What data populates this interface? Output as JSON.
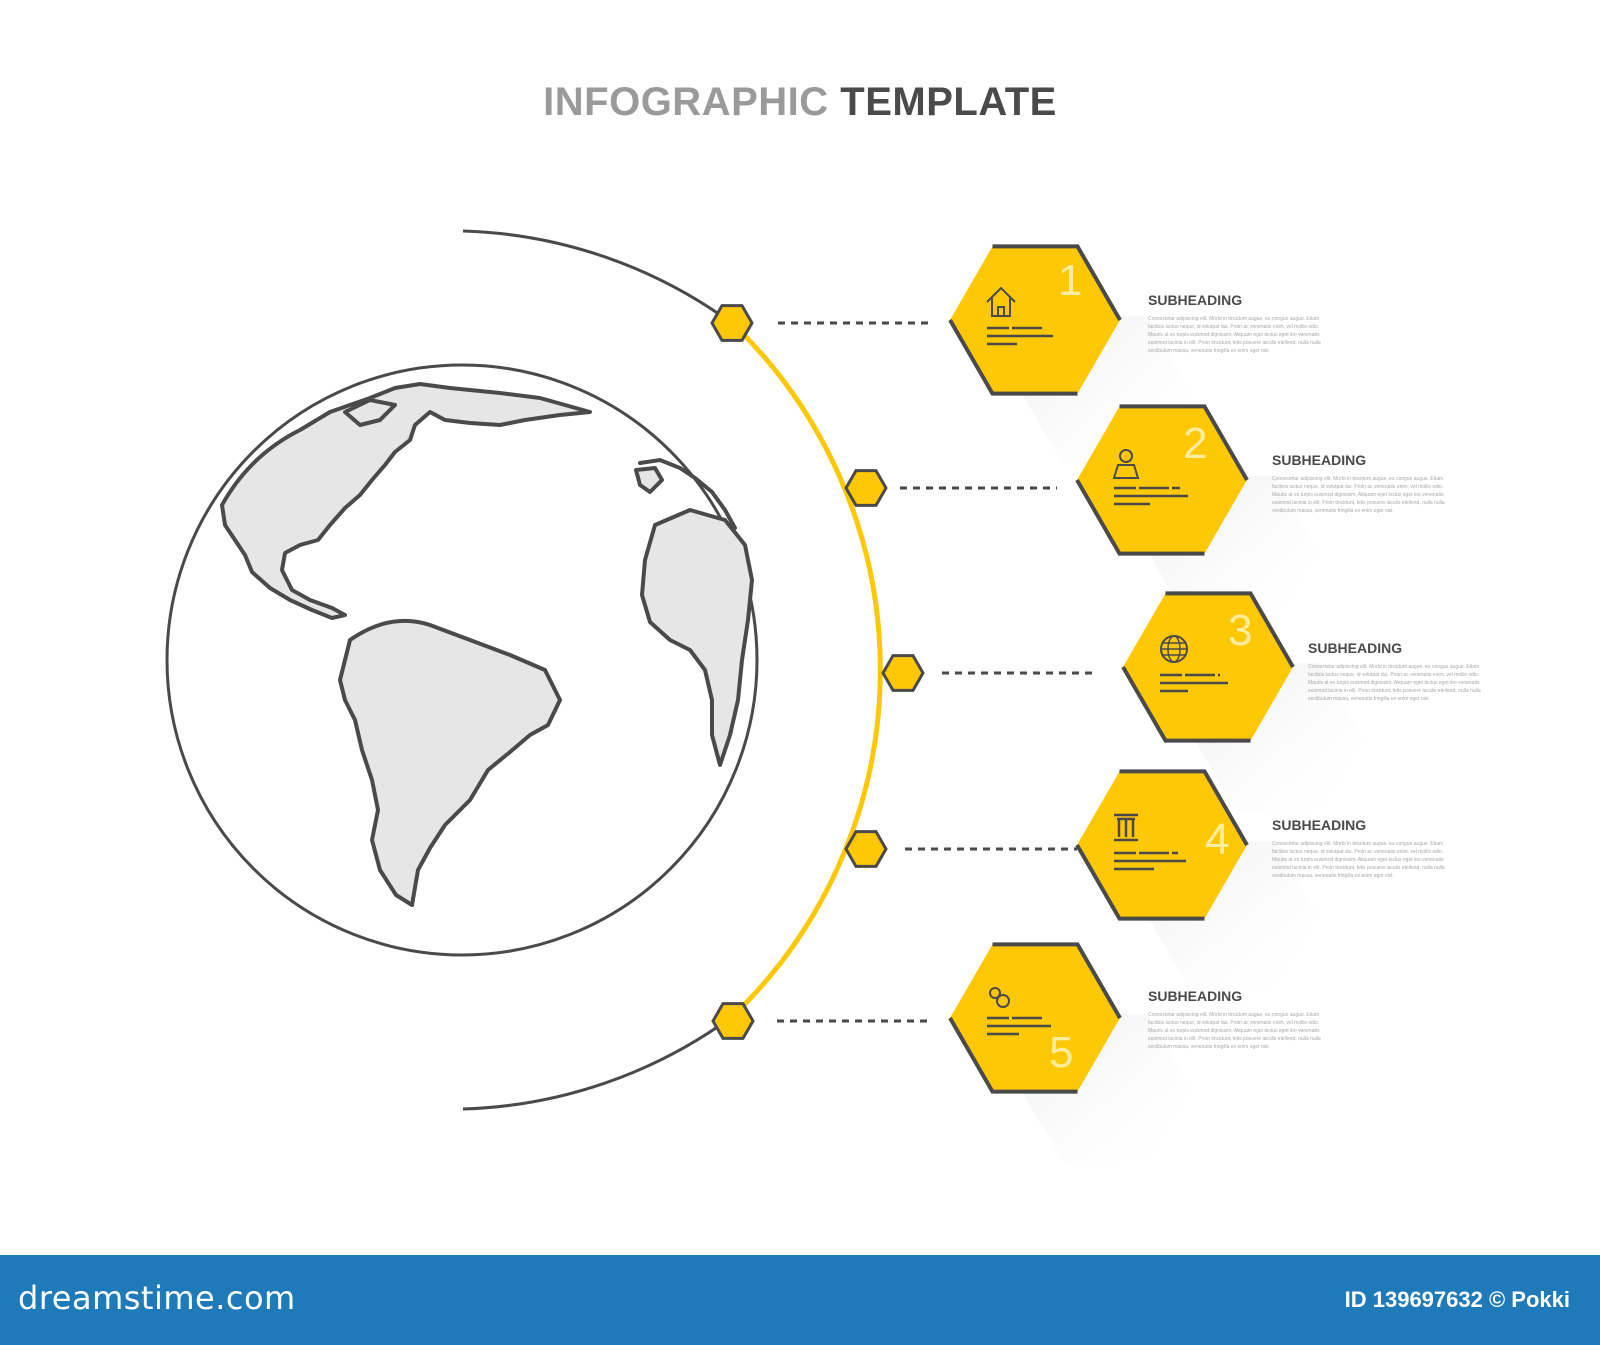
{
  "title": {
    "part1": "INFOGRAPHIC",
    "part2": "TEMPLATE"
  },
  "colors": {
    "accent": "#ffc807",
    "line": "#4a4a4a",
    "land": "#e6e6e6",
    "footer": "#1e7ab8"
  },
  "steps": [
    {
      "number": "1",
      "icon": "home-icon",
      "heading": "SUBHEADING",
      "body": "Consectetur adipiscing elit. Morbi in tincidunt augue, eu congue augue. Etiam facilisis luctus neque, id volutpat dui. Proin ac venenatis enim, vel mollis odio. Mauris at ex turpis euismod dignissim. Aliquam eget lectus eget leo venenatis euismod lacinia in elit. Proin tincidunt, felis posuere iaculis eleifend, nulla nulla vestibulum massa, venenatis fringilla ex enim eget nisl."
    },
    {
      "number": "2",
      "icon": "user-icon",
      "heading": "SUBHEADING",
      "body": "Consectetur adipiscing elit. Morbi in tincidunt augue, eu congue augue. Etiam facilisis luctus neque, id volutpat dui. Proin ac venenatis enim, vel mollis odio. Mauris at ex turpis euismod dignissim. Aliquam eget lectus eget leo venenatis euismod lacinia in elit. Proin tincidunt, felis posuere iaculis eleifend, nulla nulla vestibulum massa, venenatis fringilla ex enim eget nisl."
    },
    {
      "number": "3",
      "icon": "globe-icon",
      "heading": "SUBHEADING",
      "body": "Consectetur adipiscing elit. Morbi in tincidunt augue, eu congue augue. Etiam facilisis luctus neque, id volutpat dui. Proin ac venenatis enim, vel mollis odio. Mauris at ex turpis euismod dignissim. Aliquam eget lectus eget leo venenatis euismod lacinia in elit. Proin tincidunt, felis posuere iaculis eleifend, nulla nulla vestibulum massa, venenatis fringilla ex enim eget nisl."
    },
    {
      "number": "4",
      "icon": "column-icon",
      "heading": "SUBHEADING",
      "body": "Consectetur adipiscing elit. Morbi in tincidunt augue, eu congue augue. Etiam facilisis luctus neque, id volutpat dui. Proin ac venenatis enim, vel mollis odio. Mauris at ex turpis euismod dignissim. Aliquam eget lectus eget leo venenatis euismod lacinia in elit. Proin tincidunt, felis posuere iaculis eleifend, nulla nulla vestibulum massa, venenatis fringilla ex enim eget nisl."
    },
    {
      "number": "5",
      "icon": "gears-icon",
      "heading": "SUBHEADING",
      "body": "Consectetur adipiscing elit. Morbi in tincidunt augue, eu congue augue. Etiam facilisis luctus neque, id volutpat dui. Proin ac venenatis enim, vel mollis odio. Mauris at ex turpis euismod dignissim. Aliquam eget lectus eget leo venenatis euismod lacinia in elit. Proin tincidunt, felis posuere iaculis eleifend, nulla nulla vestibulum massa, venenatis fringilla ex enim eget nisl."
    }
  ],
  "footer": {
    "brand": "dreamstime.com",
    "credit": "ID 139697632 © Pokki"
  }
}
